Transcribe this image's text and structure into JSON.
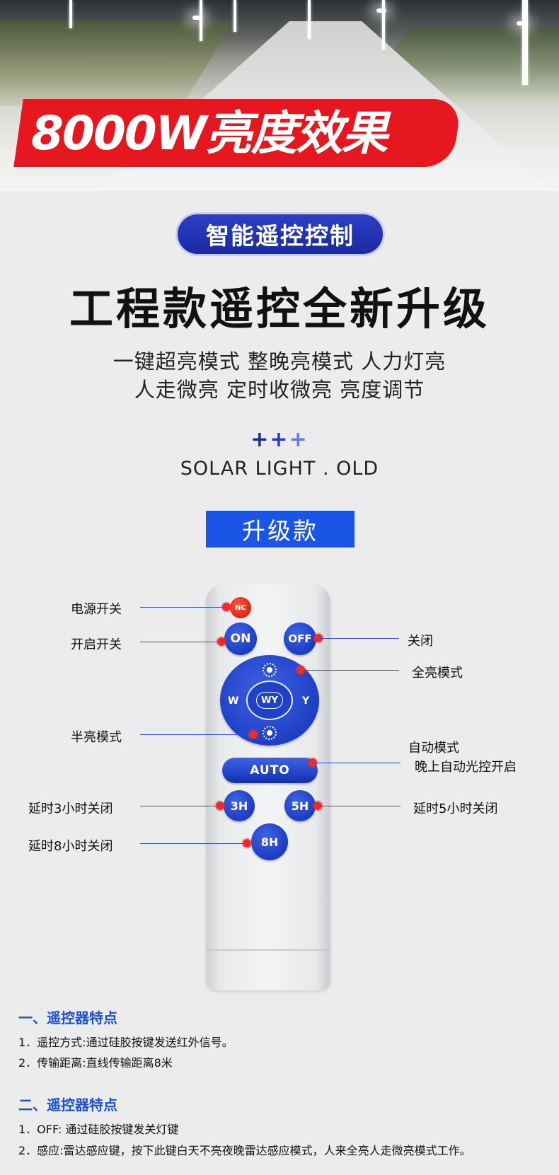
{
  "banner": {
    "headline": "8000W亮度效果"
  },
  "title_block": {
    "pill": "智能遥控控制",
    "main_title": "工程款遥控全新升级",
    "sub_lines": [
      "一键超亮模式 整晚亮模式 人力灯亮",
      "人走微亮 定时收微亮 亮度调节"
    ],
    "plus": "+++",
    "solar_label": "SOLAR LIGHT . OLD",
    "upgrade_label": "升级款"
  },
  "remote": {
    "nc": "NC",
    "on": "ON",
    "off": "OFF",
    "w": "W",
    "y": "Y",
    "wy": "WY",
    "auto": "AUTO",
    "h3": "3H",
    "h5": "5H",
    "h8": "8H"
  },
  "callouts": {
    "power": "电源开关",
    "turn_on": "开启开关",
    "close": "关闭",
    "full_bright": "全亮模式",
    "half_bright": "半亮模式",
    "auto_mode": "自动模式",
    "auto_desc": "晚上自动光控开启",
    "delay_3h": "延时3小时关闭",
    "delay_5h": "延时5小时关闭",
    "delay_8h": "延时8小时关闭"
  },
  "notes": {
    "sec1_title": "一、遥控器特点",
    "sec1_items": [
      "1．遥控方式:通过硅胶按键发送红外信号。",
      "2．传输距离:直线传输距离8米"
    ],
    "sec2_title": "二、遥控器特点",
    "sec2_items": [
      "1．OFF: 通过硅胶按键发关灯键",
      "2．感应:雷达感应键，按下此键白天不亮夜晚雷达感应模式，人来全亮人走微亮模式工作。"
    ]
  }
}
